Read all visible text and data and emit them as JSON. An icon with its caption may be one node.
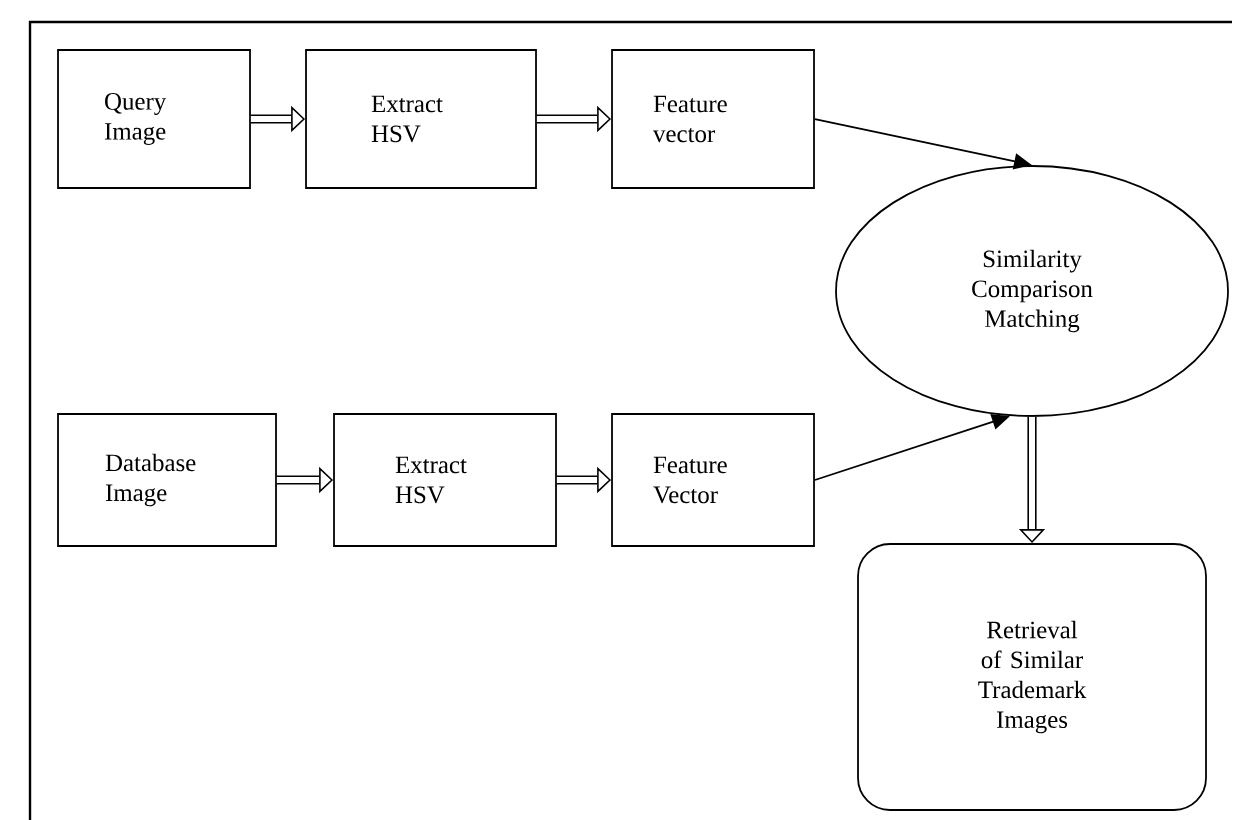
{
  "diagram": {
    "nodes": [
      {
        "text": [
          "Query Image"
        ]
      },
      {
        "text": [
          "Extract HSV"
        ]
      },
      {
        "text": [
          "Feature vector"
        ]
      },
      {
        "text": [
          "Similarity Comparison Matching"
        ]
      },
      {
        "text": [
          "Database Image"
        ]
      },
      {
        "text": [
          "Extract HSV"
        ]
      },
      {
        "text": [
          "Feature Vector"
        ]
      },
      {
        "text": [
          "Retrieval of Similar Trademark Images"
        ]
      }
    ],
    "edges": [
      {
        "from": 0,
        "to": 1,
        "arrow": "to"
      },
      {
        "from": 1,
        "to": 2,
        "arrow": "to"
      },
      {
        "from": 2,
        "to": 3,
        "arrow": "to"
      },
      {
        "from": 4,
        "to": 5,
        "arrow": "to"
      },
      {
        "from": 5,
        "to": 6,
        "arrow": "to"
      },
      {
        "from": 6,
        "to": 3,
        "arrow": "to"
      },
      {
        "from": 3,
        "to": 7,
        "arrow": "to"
      }
    ]
  }
}
